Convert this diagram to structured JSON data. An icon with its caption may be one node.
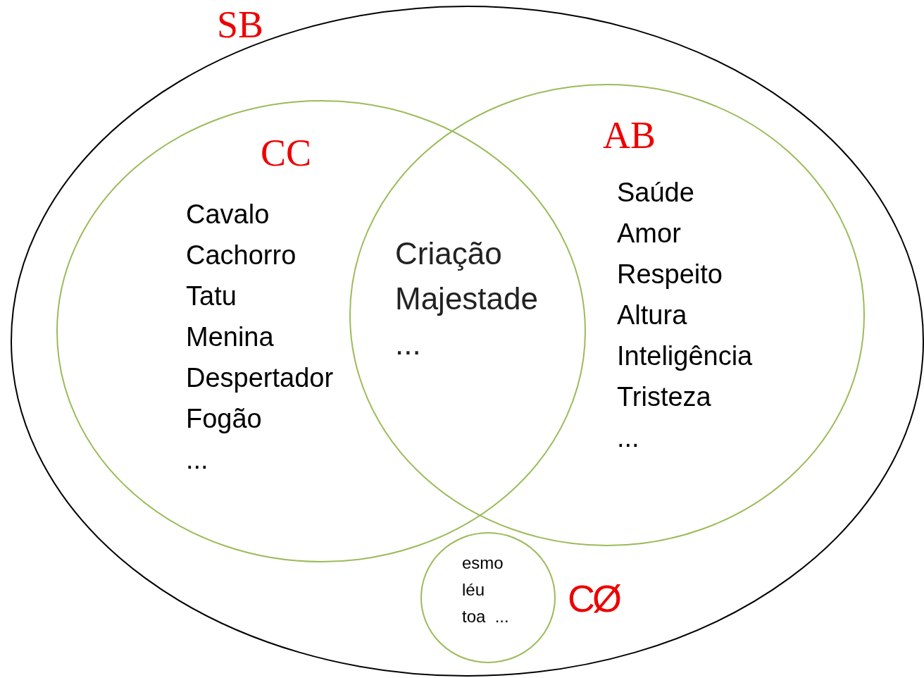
{
  "diagram": {
    "nodes": [
      {
        "text": [
          "SB"
        ]
      },
      {
        "text": [
          "CC",
          "Cavalo",
          "Cachorro",
          "Tatu",
          "Menina",
          "Despertador",
          "Fogão",
          "..."
        ],
        "in": 0
      },
      {
        "text": [
          "AB",
          "Saúde",
          "Amor",
          "Respeito",
          "Altura",
          "Inteligência",
          "Tristeza",
          "..."
        ],
        "in": 0
      },
      {
        "text": [
          "CØ",
          "esmo",
          "léu",
          "toa  ..."
        ],
        "in": 0
      }
    ],
    "labels": [
      "Criação",
      "Majestade",
      "..."
    ]
  }
}
